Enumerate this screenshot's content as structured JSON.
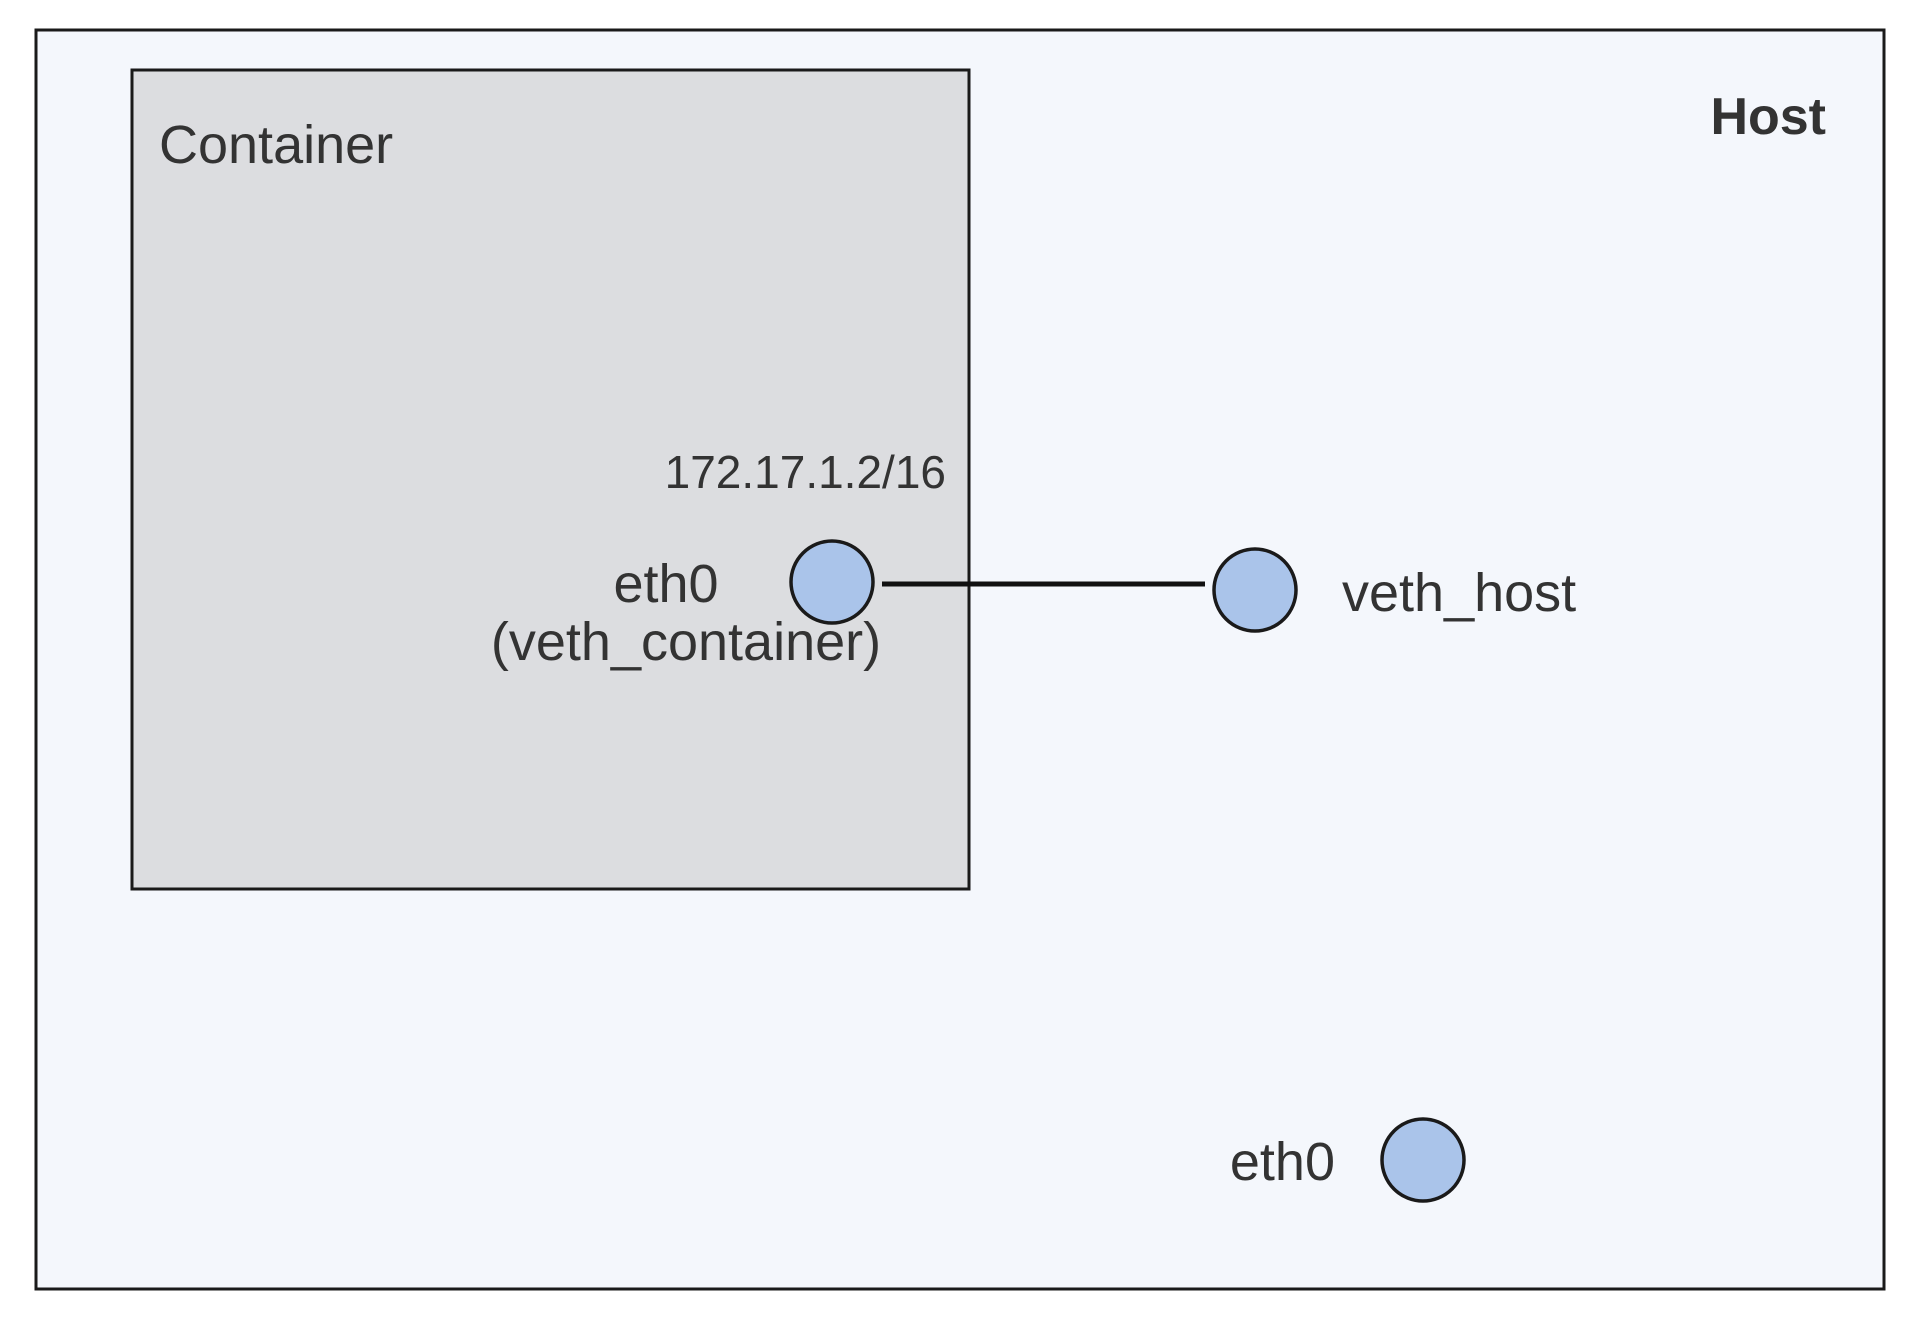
{
  "host": {
    "label": "Host",
    "background": "#f4f7fc",
    "border": "#1a1a1a"
  },
  "container": {
    "label": "Container",
    "background": "#dcdde0",
    "border": "#1a1a1a"
  },
  "interfaces": {
    "container_eth0": {
      "name": "eth0",
      "alias": "(veth_container)",
      "ip": "172.17.1.2/16"
    },
    "veth_host": {
      "name": "veth_host"
    },
    "host_eth0": {
      "name": "eth0"
    }
  },
  "colors": {
    "interface_fill": "#aac4ea",
    "interface_stroke": "#1a1a1a",
    "link": "#111111",
    "text": "#333333"
  }
}
